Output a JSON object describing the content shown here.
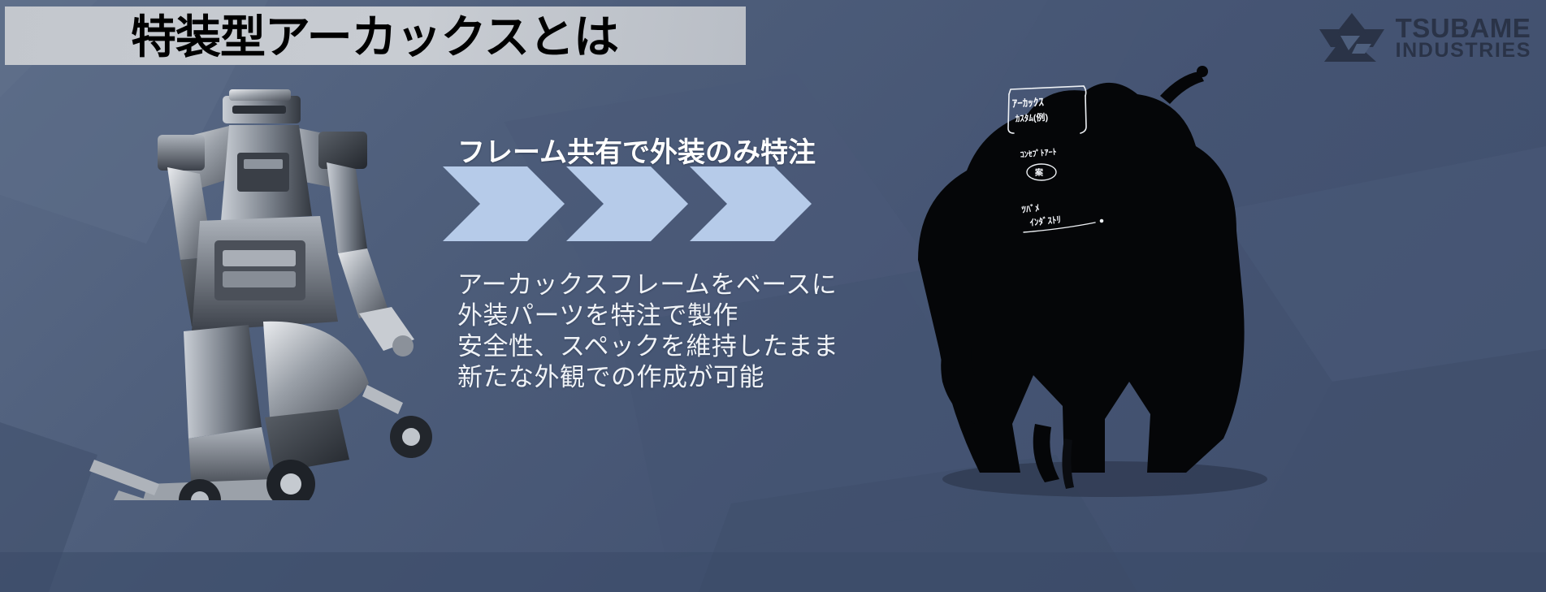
{
  "slide": {
    "title": "特装型アーカックスとは",
    "headline": "フレーム共有で外装のみ特注",
    "body_lines": [
      "アーカックスフレームをベースに",
      "外装パーツを特注で製作",
      "安全性、スペックを維持したまま",
      "新たな外観での作成が可能"
    ]
  },
  "logo": {
    "mark": "tsubame-triangle-icon",
    "line1": "TSUBAME",
    "line2": "INDUSTRIES"
  },
  "chevrons": [
    {
      "id": "chevron-1"
    },
    {
      "id": "chevron-2"
    },
    {
      "id": "chevron-3"
    }
  ],
  "sketch_notes": {
    "note1": "アーカックス カスタム(例)",
    "note2": "コンセプトアート",
    "note3": "ツバメインダストリ"
  },
  "images": {
    "robot_photo": "archax-robot-photo",
    "silhouette": "archax-silhouette"
  },
  "colors": {
    "background_dark": "#3f4e6b",
    "background_light": "#5b6b87",
    "title_bar": "#c5c9cf",
    "title_text": "#000000",
    "chevron_fill": "#b6cbe9",
    "logo_navy": "#2a3347",
    "body_text": "#f0f3f7"
  }
}
